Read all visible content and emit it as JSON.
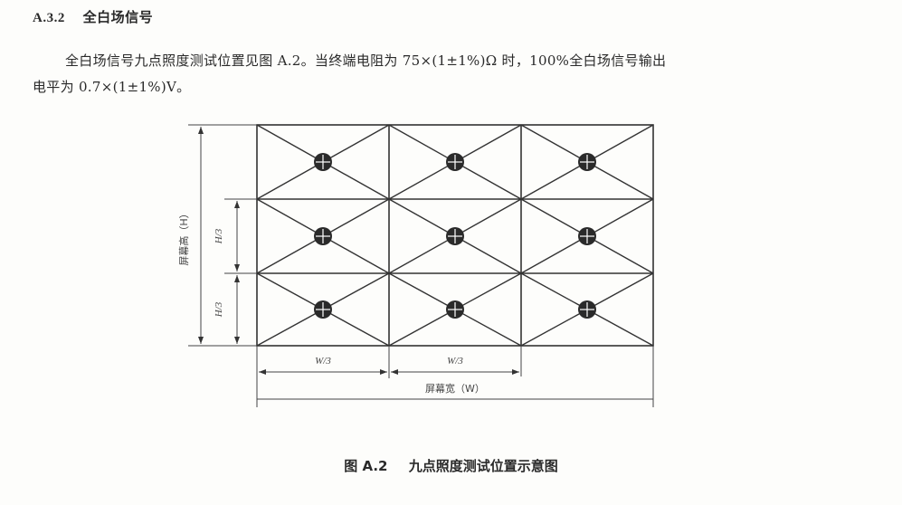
{
  "section": {
    "number": "A.3.2",
    "title": "全白场信号"
  },
  "paragraph": {
    "line1": "全白场信号九点照度测试位置见图 A.2。当终端电阻为 75×(1±1%)Ω 时，100%全白场信号输出",
    "line2": "电平为 0.7×(1±1%)V。"
  },
  "figure": {
    "number": "图 A.2",
    "title": "九点照度测试位置示意图",
    "labels": {
      "screen_height": "屏幕高（H）",
      "h_third_1": "H/3",
      "h_third_2": "H/3",
      "w_third_1": "W/3",
      "w_third_2": "W/3",
      "screen_width": "屏幕宽（W）"
    },
    "grid": {
      "rows": 3,
      "cols": 3
    },
    "measure_points": 9
  }
}
